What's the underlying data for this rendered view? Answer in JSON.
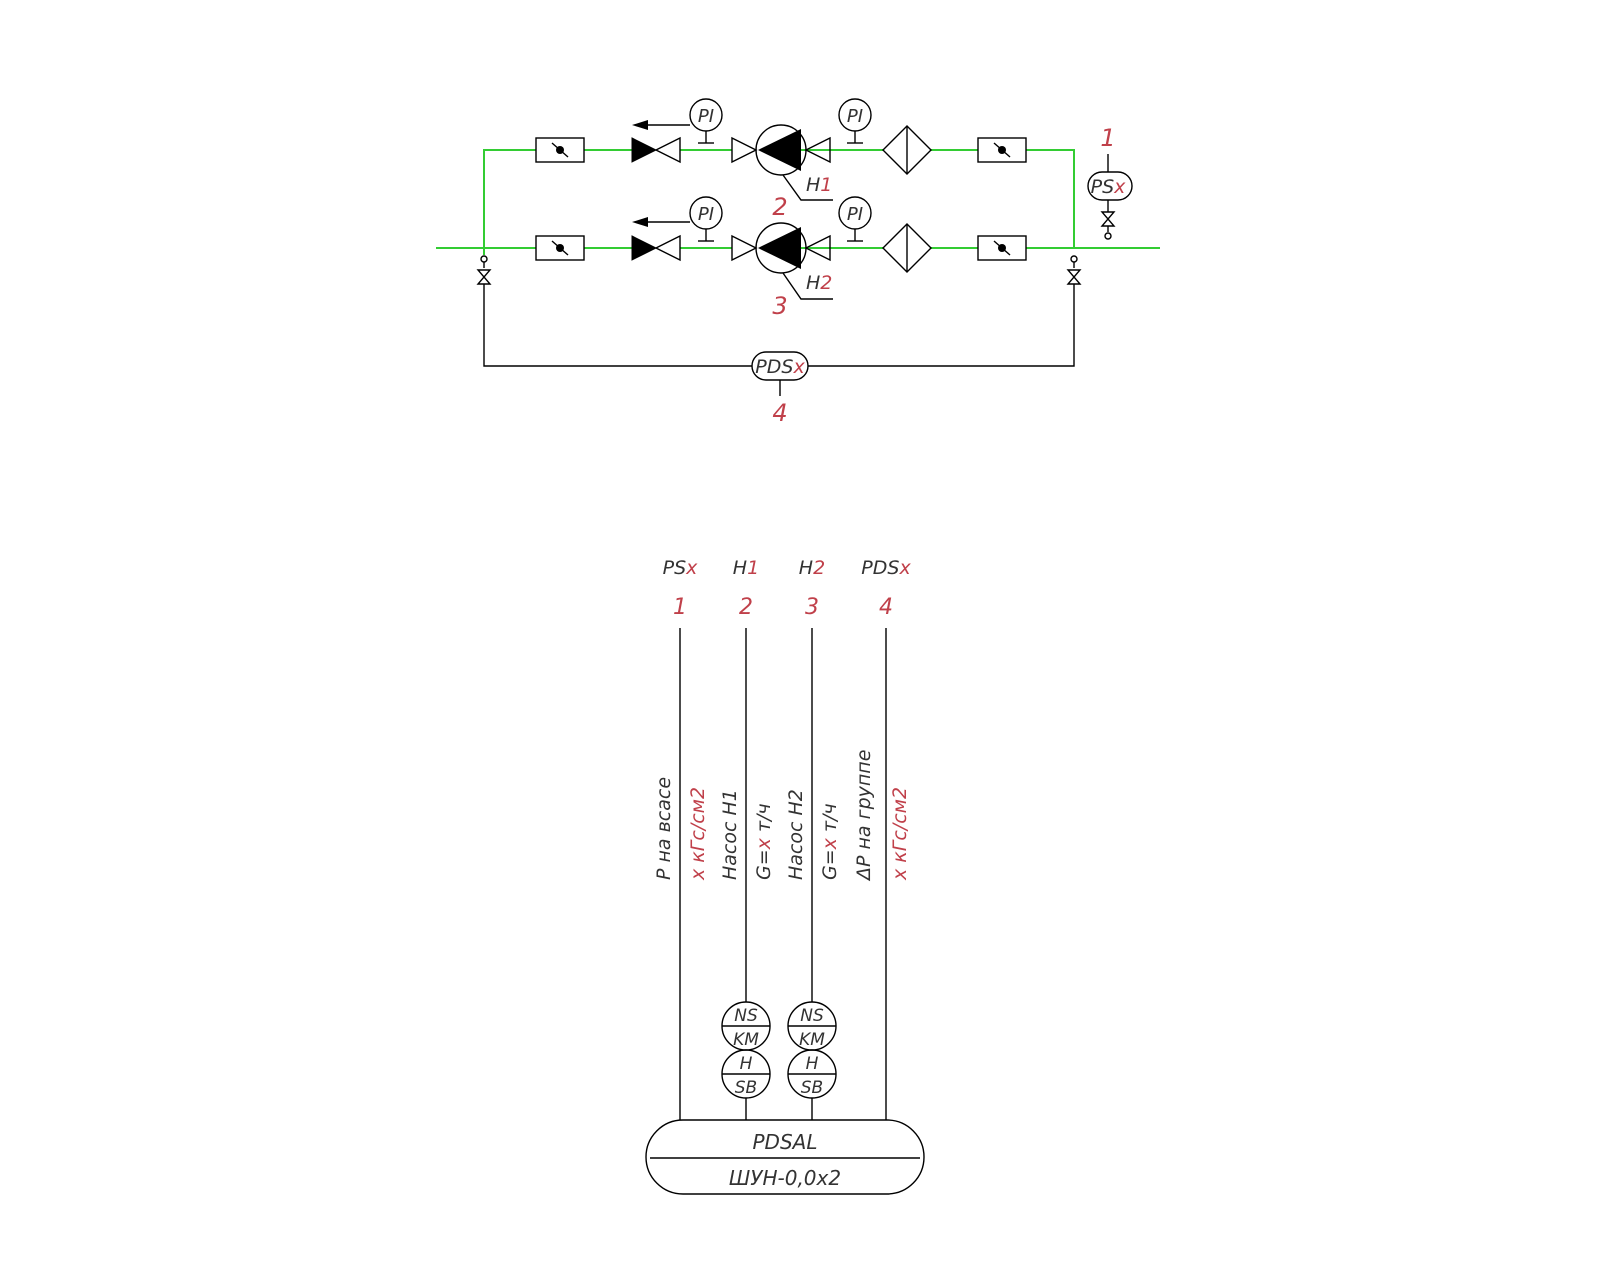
{
  "scheme": {
    "instrument_label": "PI",
    "pumps": [
      {
        "tag": "H",
        "tag_num": "1",
        "callout": "2"
      },
      {
        "tag": "H",
        "tag_num": "2",
        "callout": "3"
      }
    ],
    "pressure_switch": {
      "letters": "PS",
      "suffix": "x",
      "callout": "1"
    },
    "diff_pressure_switch": {
      "letters": "PDS",
      "suffix": "x",
      "callout": "4"
    }
  },
  "table": {
    "headers": [
      {
        "letters": "PS",
        "suffix": "x"
      },
      {
        "letters": "H",
        "suffix": "1"
      },
      {
        "letters": "H",
        "suffix": "2"
      },
      {
        "letters": "PDS",
        "suffix": "x"
      }
    ],
    "numbers": [
      "1",
      "2",
      "3",
      "4"
    ],
    "descriptions": [
      {
        "line1": "P  на  всасе",
        "line2_value": "x",
        "line2_unit": " кГс/см2"
      },
      {
        "line1": "Насос Н1",
        "line2_pre": "G=",
        "line2_value": "x",
        "line2_unit": " т/ч"
      },
      {
        "line1": "Насос Н2",
        "line2_pre": "G=",
        "line2_value": "x",
        "line2_unit": " т/ч"
      },
      {
        "line1": "ΔP  на  группе",
        "line2_value": "x",
        "line2_unit": " кГс/см2"
      }
    ],
    "device_circles": [
      {
        "top": "NS",
        "bottom": "KM"
      },
      {
        "top": "H",
        "bottom": "SB"
      }
    ],
    "panel": {
      "top": "PDSAL",
      "bottom": "ШУН-0,0x2"
    }
  }
}
